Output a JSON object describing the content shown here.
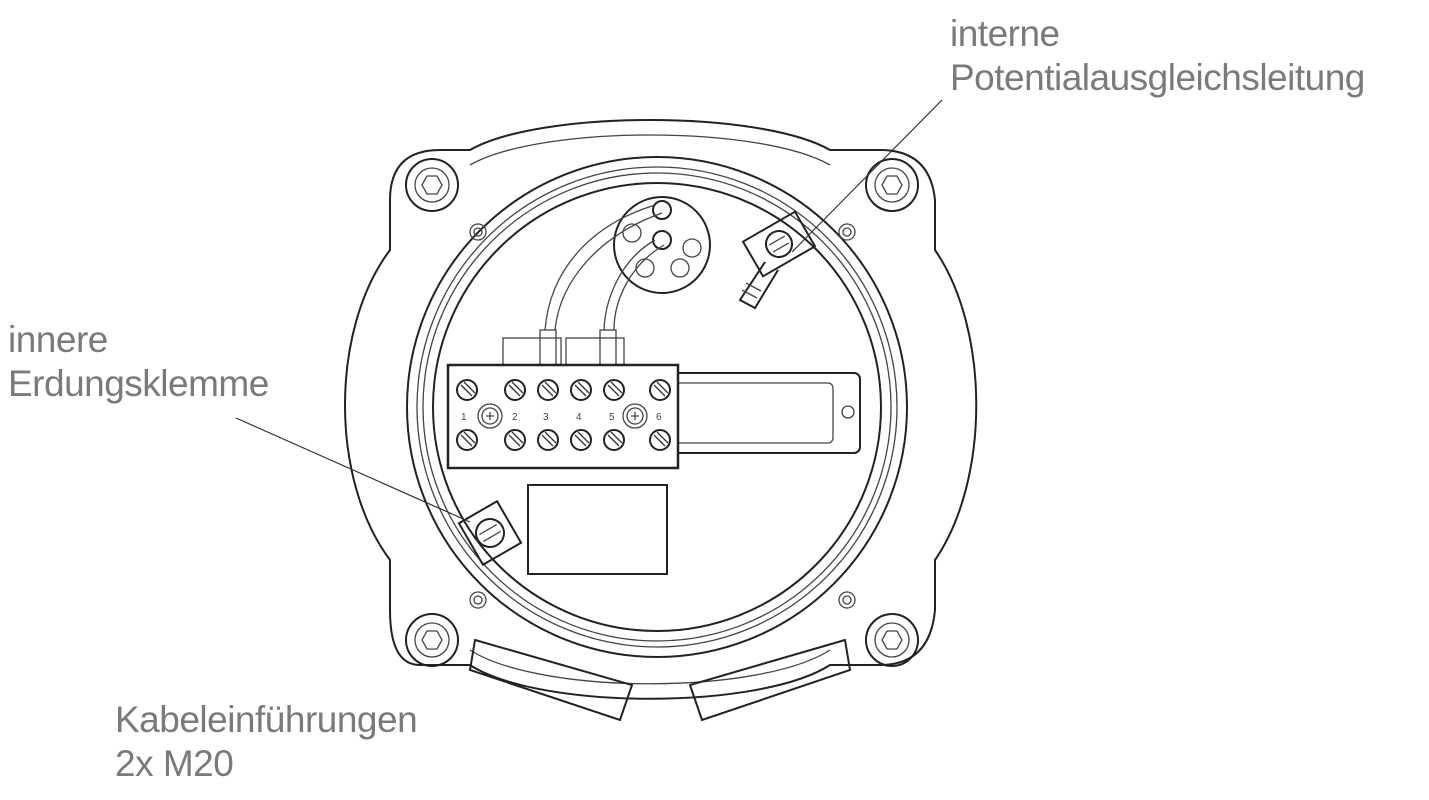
{
  "labels": {
    "potential_line1": "interne",
    "potential_line2": "Potentialausgleichsleitung",
    "earth_line1": "innere",
    "earth_line2": "Erdungsklemme",
    "cable_line1": "Kabeleinführungen",
    "cable_line2": "2x M20"
  },
  "terminal_numbers": [
    "1",
    "2",
    "3",
    "4",
    "5",
    "6"
  ],
  "colors": {
    "label": "#7a7a7a",
    "line": "#222222"
  }
}
